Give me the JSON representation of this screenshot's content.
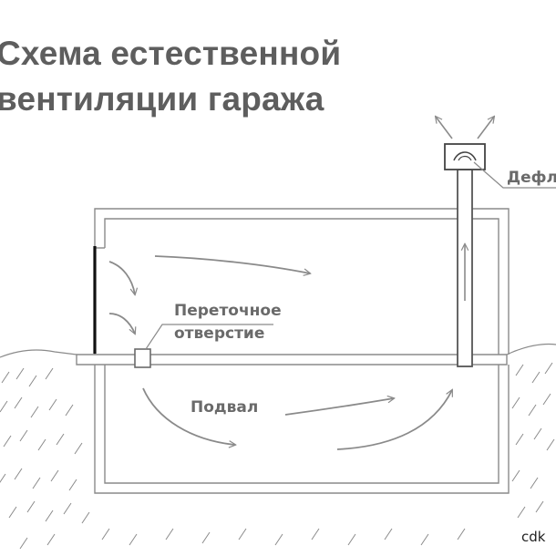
{
  "title": {
    "line1": "Схема естественной",
    "line2": "вентиляции гаража"
  },
  "labels": {
    "deflector": "Дефл",
    "transfer_hole_line1": "Переточное",
    "transfer_hole_line2": "отверстие",
    "basement": "Подвал"
  },
  "watermark": "cdk",
  "colors": {
    "text": "#5e5e5e",
    "lines": "#8a8a8a",
    "wall": "#111111",
    "background": "#ffffff"
  },
  "icons": [
    "flow-arrow-icon",
    "deflector-cap-icon",
    "ground-hatch"
  ]
}
